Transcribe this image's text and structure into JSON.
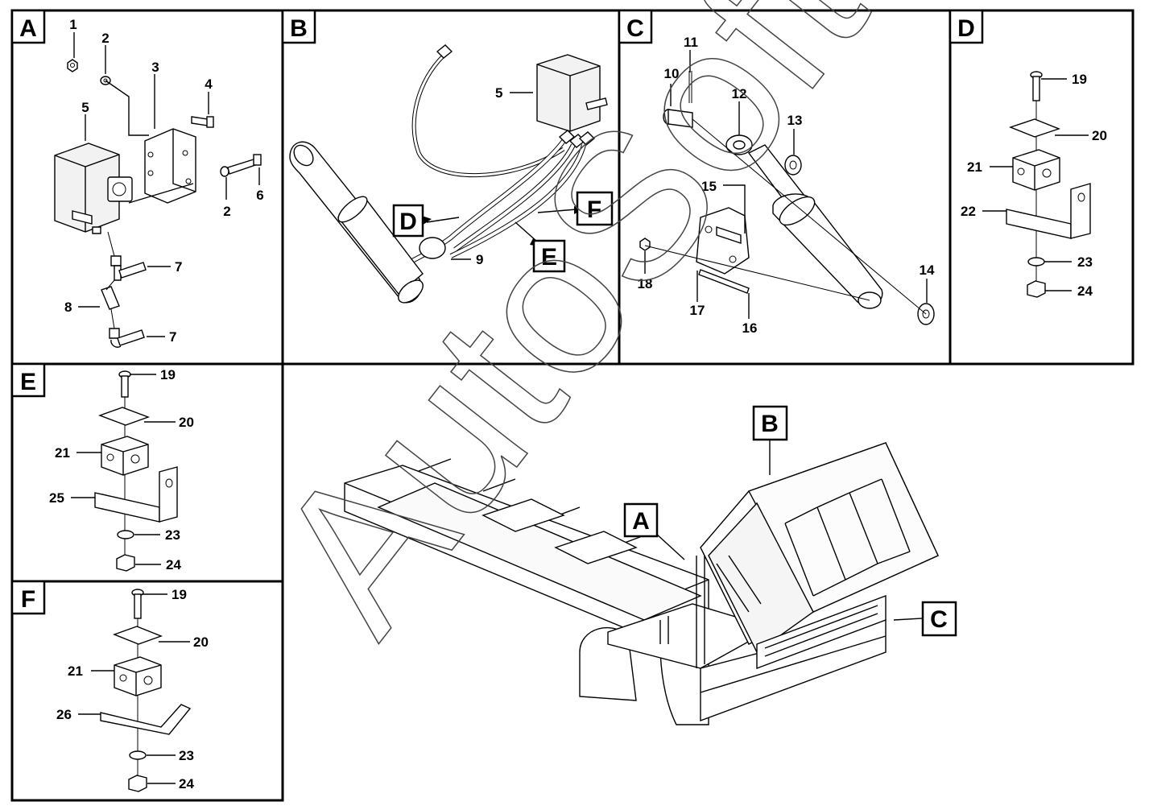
{
  "panels": {
    "A": {
      "letter": "A",
      "labels": {
        "p1": "1",
        "p2a": "2",
        "p3": "3",
        "p4": "4",
        "p5": "5",
        "p2b": "2",
        "p6": "6",
        "p7a": "7",
        "p8": "8",
        "p7b": "7"
      }
    },
    "B": {
      "letter": "B",
      "labels": {
        "p5": "5",
        "p9": "9"
      },
      "callouts": {
        "D": "D",
        "E": "E",
        "F": "F"
      }
    },
    "C": {
      "letter": "C",
      "labels": {
        "p10": "10",
        "p11": "11",
        "p12": "12",
        "p13": "13",
        "p15": "15",
        "p14": "14",
        "p18": "18",
        "p17": "17",
        "p16": "16"
      }
    },
    "D": {
      "letter": "D",
      "labels": {
        "p19": "19",
        "p20": "20",
        "p21": "21",
        "p22": "22",
        "p23": "23",
        "p24": "24"
      }
    },
    "E": {
      "letter": "E",
      "labels": {
        "p19": "19",
        "p20": "20",
        "p21": "21",
        "p25": "25",
        "p23": "23",
        "p24": "24"
      }
    },
    "F": {
      "letter": "F",
      "labels": {
        "p19": "19",
        "p20": "20",
        "p21": "21",
        "p26": "26",
        "p23": "23",
        "p24": "24"
      }
    },
    "main": {
      "callouts": {
        "A": "A",
        "B": "B",
        "C": "C"
      }
    }
  },
  "watermark": "AutoSoft"
}
